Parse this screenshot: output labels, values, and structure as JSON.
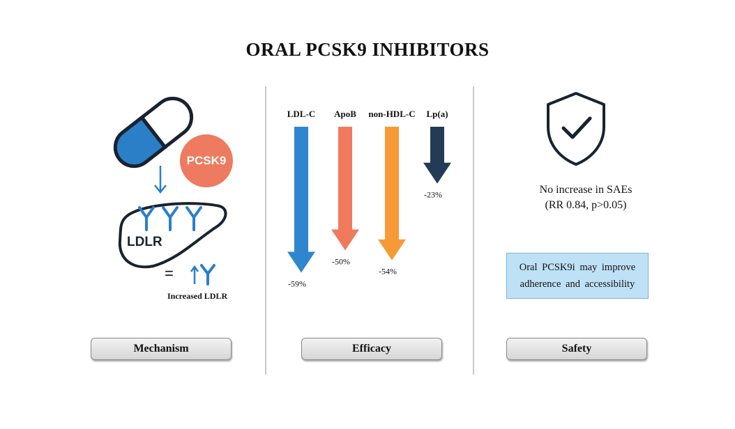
{
  "title": "ORAL PCSK9 INHIBITORS",
  "mechanism": {
    "pcsk9_label": "PCSK9",
    "ldlr_label": "LDLR",
    "equals": "=",
    "increased_label": "Increased LDLR",
    "button": "Mechanism",
    "icons": [
      "pill-icon",
      "down-arrow-icon",
      "liver-icon",
      "receptor-icon",
      "up-arrow-icon"
    ],
    "colors": {
      "pill": "#2b7fc7",
      "pcsk9": "#ee7a5f",
      "receptor": "#2b7fc7"
    }
  },
  "chart_data": {
    "type": "bar",
    "categories": [
      "LDL-C",
      "ApoB",
      "non-HDL-C",
      "Lp(a)"
    ],
    "values": [
      -59,
      -50,
      -54,
      -23
    ],
    "value_labels": [
      "-59%",
      "-50%",
      "-54%",
      "-23%"
    ],
    "colors": [
      "#2f86cf",
      "#ef7a5e",
      "#f59a36",
      "#233b54"
    ],
    "orientation": "downward-arrows",
    "title": "",
    "xlabel": "",
    "ylabel": "",
    "grid": false
  },
  "efficacy": {
    "button": "Efficacy"
  },
  "safety": {
    "sae_line1": "No increase in SAEs",
    "sae_line2": "(RR 0.84, p>0.05)",
    "info_line1": "Oral PCSK9i may improve",
    "info_line2": "adherence and accessibility",
    "button": "Safety",
    "icon": "shield-check-icon"
  }
}
